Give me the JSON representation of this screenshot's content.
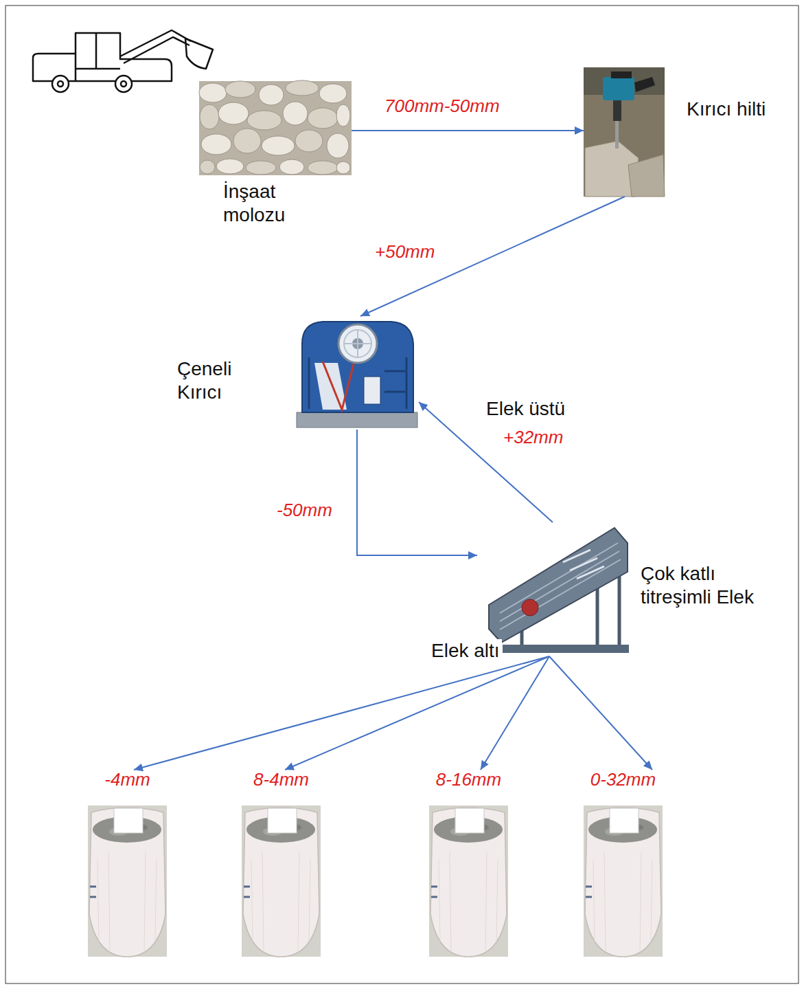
{
  "diagram": {
    "nodes": [
      {
        "text": [
          "İnşaat molozu"
        ]
      },
      {
        "text": [
          "Kırıcı hilti"
        ]
      },
      {
        "text": [
          "Çeneli Kırıcı"
        ]
      },
      {
        "text": [
          "Çok katlı titreşimli Elek"
        ]
      },
      {
        "text": [
          "-4mm"
        ]
      },
      {
        "text": [
          "8-4mm"
        ]
      },
      {
        "text": [
          "8-16mm"
        ]
      },
      {
        "text": [
          "0-32mm"
        ]
      }
    ],
    "edges": [
      {
        "from": 0,
        "to": 1,
        "arrow": "to",
        "label": "700mm-50mm"
      },
      {
        "from": 1,
        "to": 2,
        "arrow": "to",
        "label": "+50mm"
      },
      {
        "from": 2,
        "to": 3,
        "arrow": "to",
        "label": "-50mm"
      },
      {
        "from": 3,
        "to": 2,
        "arrow": "to",
        "label": "+32mm"
      },
      {
        "from": 3,
        "to": 4,
        "arrow": "to"
      },
      {
        "from": 3,
        "to": 5,
        "arrow": "to"
      },
      {
        "from": 3,
        "to": 6,
        "arrow": "to"
      },
      {
        "from": 3,
        "to": 7,
        "arrow": "to"
      }
    ],
    "labels": [
      "Elek üstü",
      "Elek altı"
    ]
  }
}
